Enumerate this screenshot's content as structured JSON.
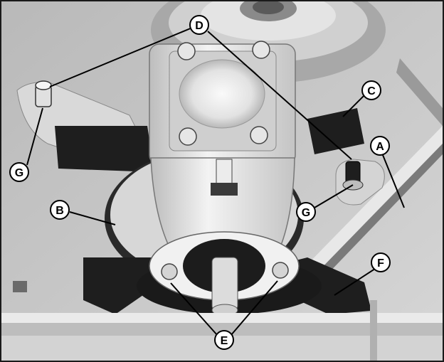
{
  "figure": {
    "callouts": {
      "A": "A",
      "B": "B",
      "C": "C",
      "D": "D",
      "E": "E",
      "F": "F",
      "G_left": "G",
      "G_right": "G"
    }
  },
  "colors": {
    "background": "#c9c9c9",
    "dark_part": "#1e1e1e",
    "light_part": "#ececec",
    "callout_fill": "#ffffff",
    "callout_stroke": "#000000"
  }
}
